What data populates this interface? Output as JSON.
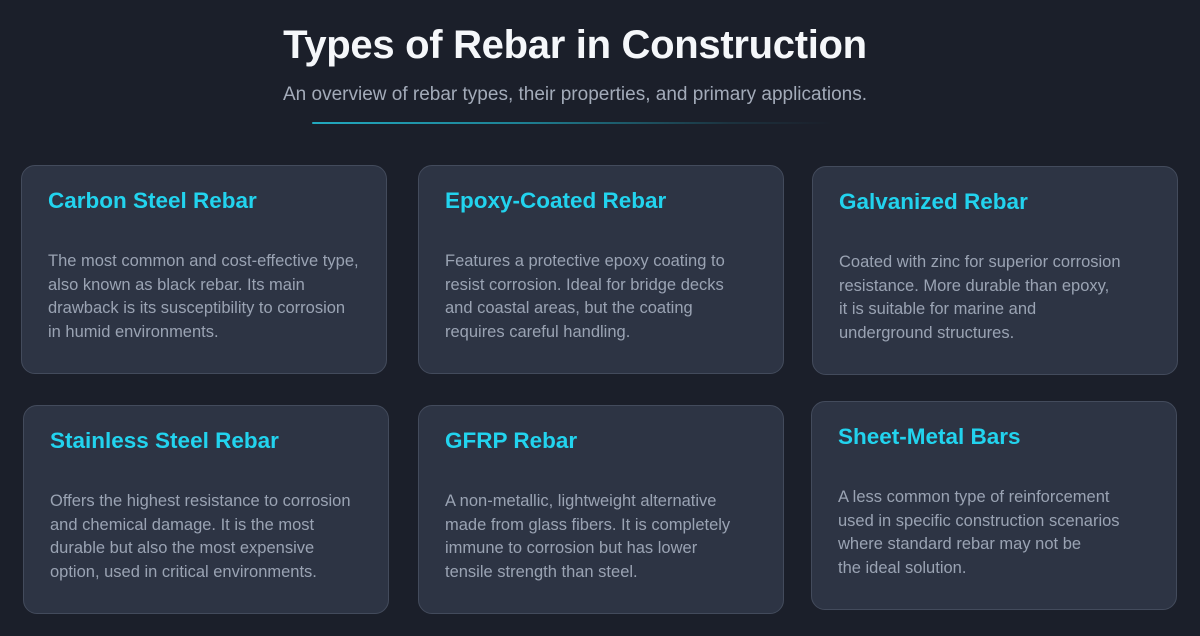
{
  "header": {
    "title": "Types of Rebar in Construction",
    "subtitle": "An overview of rebar types, their properties, and primary applications."
  },
  "colors": {
    "background": "#1b1f2a",
    "card_background": "#2d3444",
    "card_border": "#434b5c",
    "accent": "#22d3ee",
    "title_text": "#f5f7fa",
    "body_text": "#9aa3b3"
  },
  "cards": [
    {
      "title": "Carbon Steel Rebar",
      "lines": [
        "The most common and cost-effective type,",
        "also known as black rebar. Its main",
        "drawback is its susceptibility to corrosion",
        "in humid environments."
      ]
    },
    {
      "title": "Epoxy-Coated Rebar",
      "lines": [
        "Features a protective epoxy coating to",
        "resist corrosion. Ideal for bridge decks",
        "and coastal areas, but the coating",
        "requires careful handling."
      ]
    },
    {
      "title": "Galvanized Rebar",
      "lines": [
        "Coated with zinc for superior corrosion",
        "resistance. More durable than epoxy,",
        "it is suitable for marine and",
        "underground structures."
      ]
    },
    {
      "title": "Stainless Steel Rebar",
      "lines": [
        "Offers the highest resistance to corrosion",
        "and chemical damage. It is the most",
        "durable but also the most expensive",
        "option, used in critical environments."
      ]
    },
    {
      "title": "GFRP Rebar",
      "lines": [
        "A non-metallic, lightweight alternative",
        "made from glass fibers. It is completely",
        "immune to corrosion but has lower",
        "tensile strength than steel."
      ]
    },
    {
      "title": "Sheet-Metal Bars",
      "lines": [
        "A less common type of reinforcement",
        "used in specific construction scenarios",
        "where standard rebar may not be",
        "the ideal solution."
      ]
    }
  ]
}
